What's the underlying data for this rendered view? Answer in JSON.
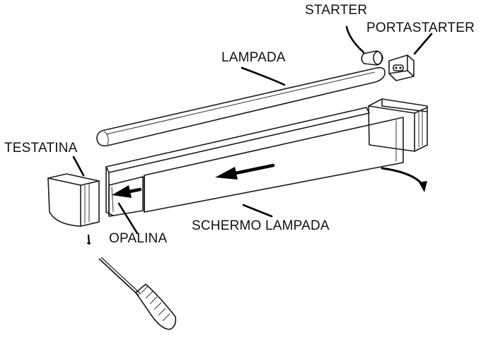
{
  "labels": {
    "starter": "STARTER",
    "portastarter": "PORTASTARTER",
    "lampada": "LAMPADA",
    "testatina": "TESTATINA",
    "opalina": "OPALINA",
    "schermo_lampada": "SCHERMO LAMPADA"
  }
}
